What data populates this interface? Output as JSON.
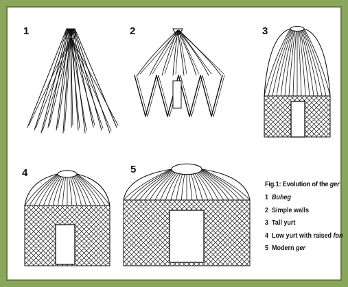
{
  "figures": [
    {
      "number": "1"
    },
    {
      "number": "2"
    },
    {
      "number": "3"
    },
    {
      "number": "4"
    },
    {
      "number": "5"
    }
  ],
  "caption": {
    "title_prefix": "Fig.1: Evolution of the ",
    "title_em": "ger",
    "items": [
      {
        "num": "1",
        "text": "",
        "em": "Buheg"
      },
      {
        "num": "2",
        "text": "Simple walls",
        "em": ""
      },
      {
        "num": "3",
        "text": "Tall yurt",
        "em": ""
      },
      {
        "num": "4",
        "text": "Low yurt with raised ",
        "em": "fon"
      },
      {
        "num": "5",
        "text": "Modern ",
        "em": "ger"
      }
    ]
  },
  "colors": {
    "border": "#8aa65a",
    "ink": "#111111"
  }
}
